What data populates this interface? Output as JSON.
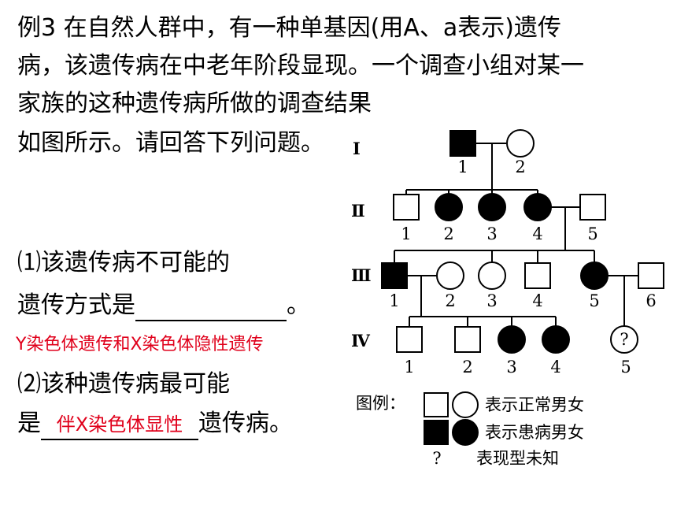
{
  "question": {
    "line1": "例3    在自然人群中，有一种单基因(用A、a表示)遗传",
    "line2": "病，该遗传病在中老年阶段显现。一个调查小组对某一",
    "line3": "家族的这种遗传病所做的调查结果",
    "line4": "如图所示。请回答下列问题。"
  },
  "sub1": {
    "line1": "⑴该遗传病不可能的",
    "line2_prefix": "遗传方式是",
    "line2_suffix": "。",
    "answer": "Y染色体遗传和X染色体隐性遗传"
  },
  "sub2": {
    "line1": "⑵该种遗传病最可能",
    "line2_prefix": "是",
    "answer": "伴X染色体显性",
    "line2_suffix": "遗传病。"
  },
  "pedigree": {
    "generations": [
      "I",
      "Ⅱ",
      "Ⅲ",
      "Ⅳ"
    ],
    "gen1_labels": [
      "1",
      "2"
    ],
    "gen2_labels": [
      "1",
      "2",
      "3",
      "4",
      "5"
    ],
    "gen3_labels": [
      "1",
      "2",
      "3",
      "4",
      "5",
      "6"
    ],
    "gen4_labels": [
      "1",
      "2",
      "3",
      "4",
      "5"
    ],
    "unknown_mark": "?"
  },
  "legend": {
    "title": "图例：",
    "normal": "表示正常男女",
    "affected": "表示患病男女",
    "unknown_mark": "?",
    "unknown": "表现型未知"
  }
}
